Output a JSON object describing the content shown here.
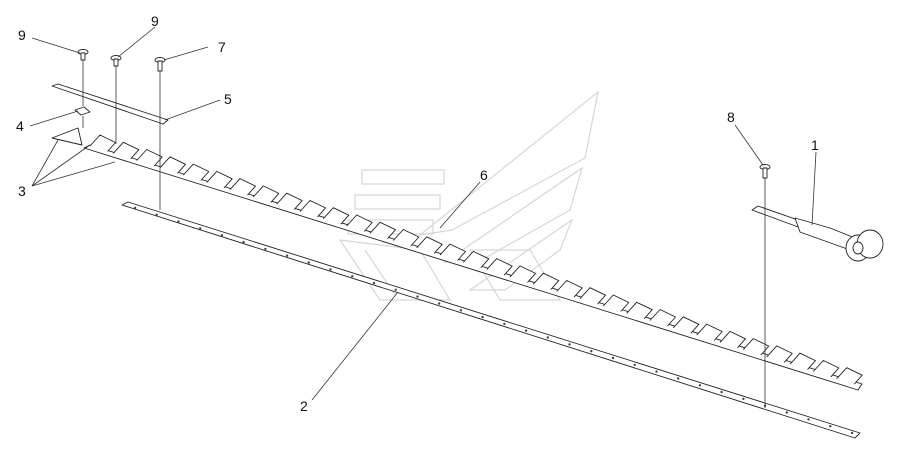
{
  "callouts": {
    "c1": "1",
    "c2": "2",
    "c3": "3",
    "c4": "4",
    "c5": "5",
    "c6": "6",
    "c7": "7",
    "c8": "8",
    "c9a": "9",
    "c9b": "9"
  },
  "watermark": {
    "icon": "brand-logo-watermark",
    "color": "#d6d6d6"
  },
  "line_color": "#222222"
}
